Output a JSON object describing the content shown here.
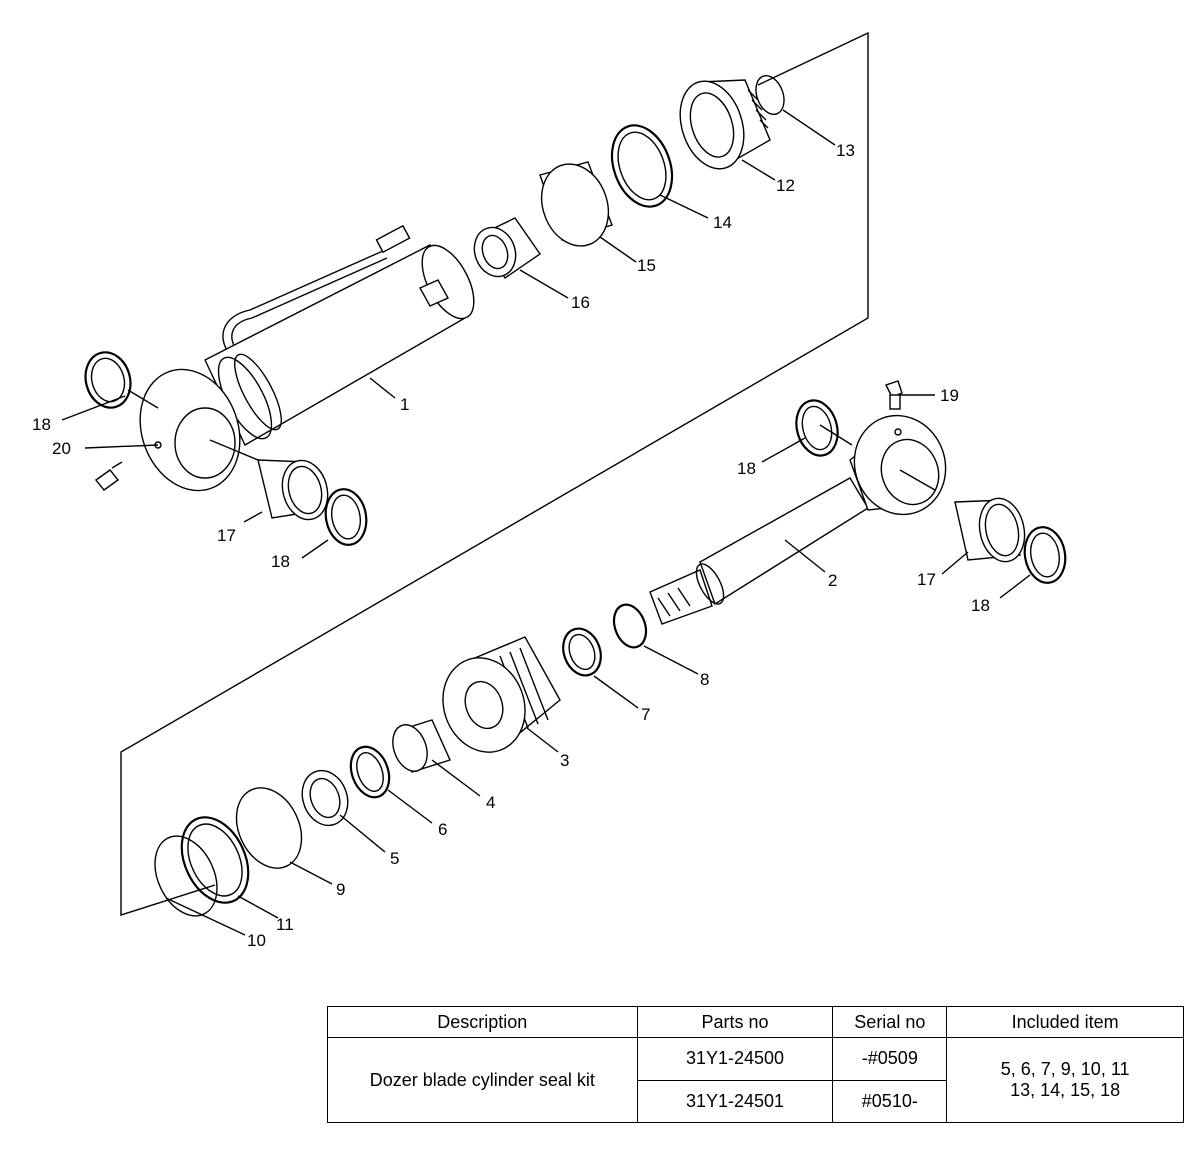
{
  "diagram": {
    "labels": {
      "p1": "1",
      "p2": "2",
      "p3": "3",
      "p4": "4",
      "p5": "5",
      "p6": "6",
      "p7": "7",
      "p8": "8",
      "p9": "9",
      "p10": "10",
      "p11": "11",
      "p12": "12",
      "p13": "13",
      "p14": "14",
      "p15": "15",
      "p16": "16",
      "p17a": "17",
      "p17b": "17",
      "p18a": "18",
      "p18b": "18",
      "p18c": "18",
      "p18d": "18",
      "p19": "19",
      "p20": "20"
    }
  },
  "table": {
    "headers": {
      "description": "Description",
      "parts_no": "Parts no",
      "serial_no": "Serial no",
      "included": "Included item"
    },
    "description": "Dozer blade cylinder seal kit",
    "rows": [
      {
        "parts_no": "31Y1-24500",
        "serial_no": "-#0509"
      },
      {
        "parts_no": "31Y1-24501",
        "serial_no": "#0510-"
      }
    ],
    "included_line1": "5, 6, 7, 9, 10, 11",
    "included_line2": "13, 14, 15, 18"
  }
}
